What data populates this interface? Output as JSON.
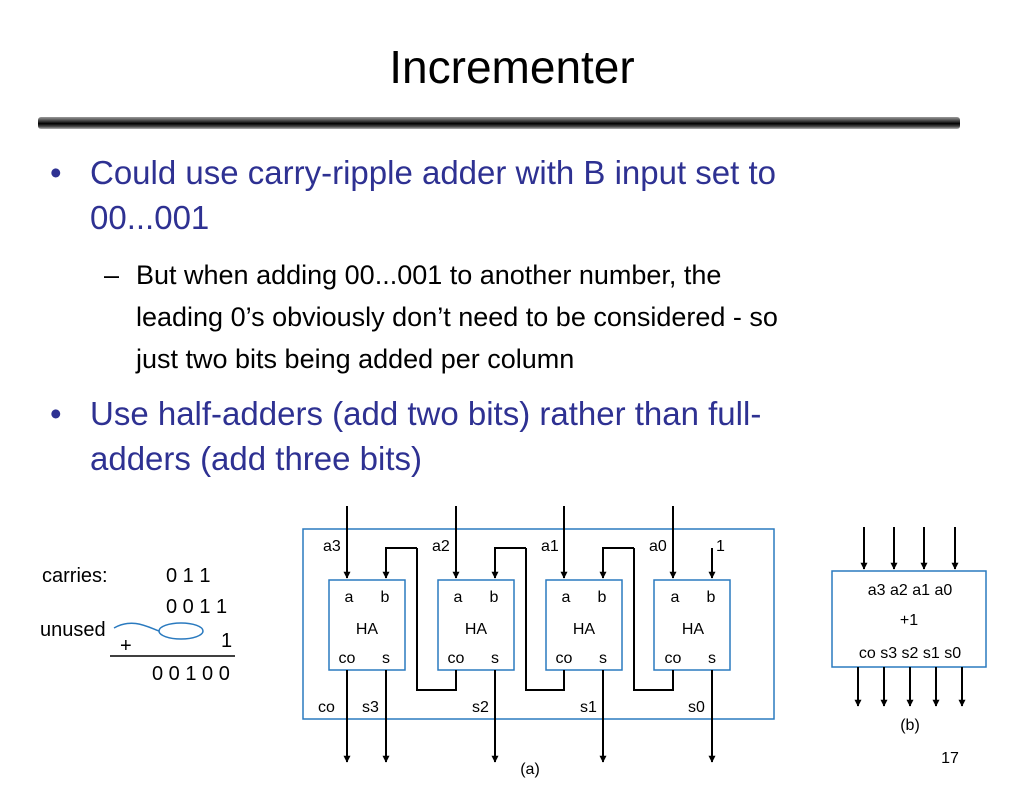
{
  "slide": {
    "title": "Incrementer",
    "page_number": "17"
  },
  "bullets": [
    {
      "marker": "•",
      "lines": [
        "Could use carry-ripple adder with B input set to",
        "00...001"
      ]
    },
    {
      "marker": "–",
      "lines": [
        "But when adding 00...001 to another number, the",
        "leading 0’s obviously don’t need to be considered - so",
        "just two bits being added per column"
      ]
    },
    {
      "marker": "•",
      "lines": [
        "Use half-adders (add two bits) rather than full-",
        "adders (add three bits)"
      ]
    }
  ],
  "example": {
    "carries_label": "carries:",
    "carries": "0 1 1",
    "operand_a": "0 0 1 1",
    "unused_label": "unused",
    "plus": "+",
    "operand_b": "1",
    "result": "0 0 1 0 0"
  },
  "diagram_a": {
    "inputs": [
      "a3",
      "a2",
      "a1",
      "a0"
    ],
    "constant_input": "1",
    "half_adders": [
      {
        "a": "a",
        "b": "b",
        "name": "HA",
        "co": "co",
        "s": "s"
      },
      {
        "a": "a",
        "b": "b",
        "name": "HA",
        "co": "co",
        "s": "s"
      },
      {
        "a": "a",
        "b": "b",
        "name": "HA",
        "co": "co",
        "s": "s"
      },
      {
        "a": "a",
        "b": "b",
        "name": "HA",
        "co": "co",
        "s": "s"
      }
    ],
    "outputs": [
      "co",
      "s3",
      "s2",
      "s1",
      "s0"
    ],
    "caption": "(a)"
  },
  "diagram_b": {
    "inputs_label": "a3 a2 a1 a0",
    "op_label": "+1",
    "outputs_label": "co s3 s2 s1 s0",
    "caption": "(b)"
  }
}
